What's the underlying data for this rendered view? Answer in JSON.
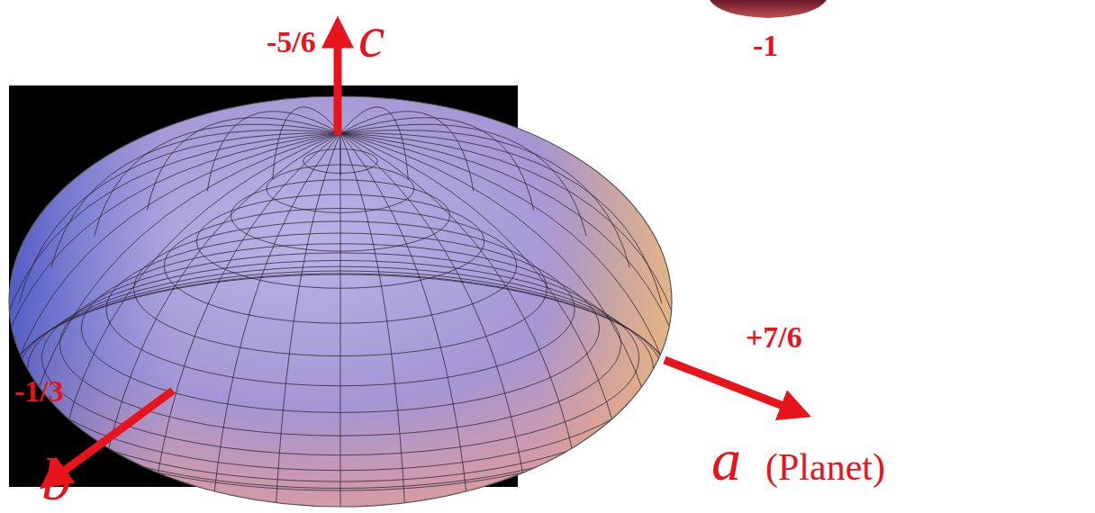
{
  "diagram": {
    "labels": [
      "-5/6",
      "c",
      "-1",
      "+7/6",
      "-1/3",
      "b",
      "a",
      "(Planet)"
    ]
  }
}
